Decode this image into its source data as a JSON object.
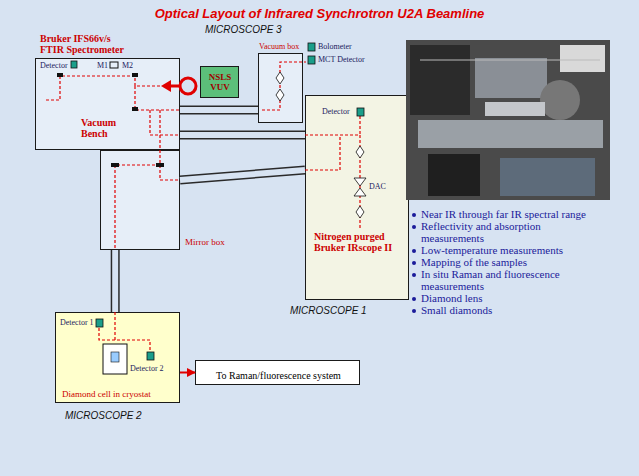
{
  "diagram": {
    "title": "Optical Layout of Infrared Synchrotron U2A Beamline",
    "nodes": [
      {
        "text": [
          "Bruker IFS66v/s FTIR Spectrometer",
          "Vacuum Bench"
        ]
      },
      {
        "text": [
          "NSLS VUV"
        ]
      },
      {
        "text": [
          "Vacuum box"
        ]
      },
      {
        "text": [
          "Nitrogen purged Bruker IRscope II"
        ]
      },
      {
        "text": [
          "Mirror box"
        ]
      },
      {
        "text": [
          "Diamond cell in cryostat"
        ]
      },
      {
        "text": [
          "To Raman/fluorescence system"
        ]
      }
    ],
    "edges": [
      {
        "from": 0,
        "to": 2,
        "arrow": "none"
      },
      {
        "from": 0,
        "to": 3,
        "arrow": "none"
      },
      {
        "from": 4,
        "to": 3,
        "arrow": "none"
      },
      {
        "from": 4,
        "to": 5,
        "arrow": "none"
      },
      {
        "from": 5,
        "to": 6,
        "arrow": "to"
      }
    ],
    "labels": [
      "MICROSCOPE 3",
      "Detector",
      "M1",
      "M2",
      "Bolometer",
      "MCT Detector",
      "Detector",
      "DAC",
      "MICROSCOPE 1",
      "Detector 1",
      "Detector 2",
      "MICROSCOPE 2",
      "Near IR through far IR spectral range",
      "Reflectivity and absorption measurements",
      "Low-temperature measurements",
      "Mapping of the samples",
      "In situ Raman and fluorescence measurements",
      "Diamond lens",
      "Small diamonds"
    ]
  }
}
